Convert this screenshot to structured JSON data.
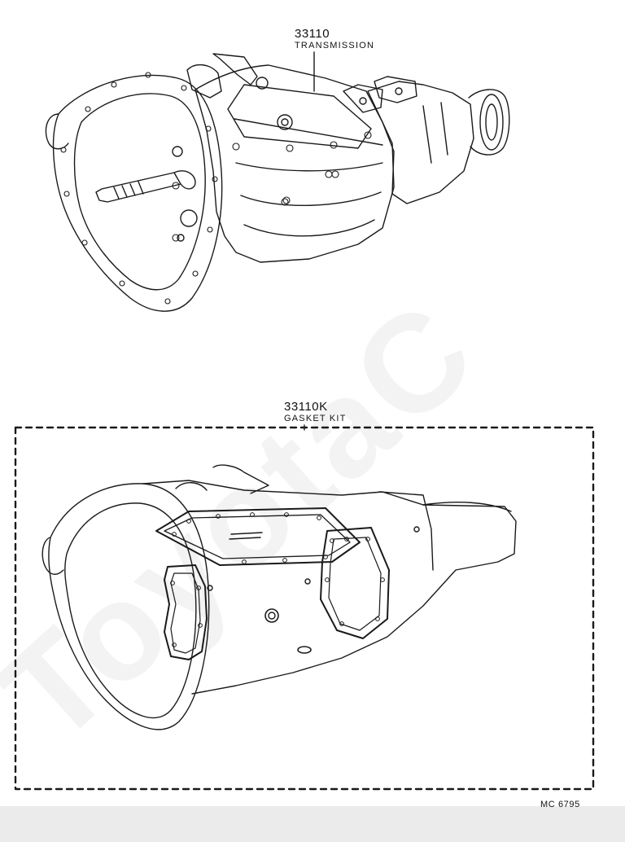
{
  "callouts": {
    "transmission": {
      "part_number": "33110",
      "name": "TRANSMISSION"
    },
    "gasket_kit": {
      "part_number": "33110K",
      "name": "GASKET KIT"
    }
  },
  "figure_code": "MC 6795",
  "watermark": "ToyotaC",
  "colors": {
    "line": "#1a1a1a",
    "background": "#ffffff",
    "bottom_band": "#ebebeb"
  }
}
